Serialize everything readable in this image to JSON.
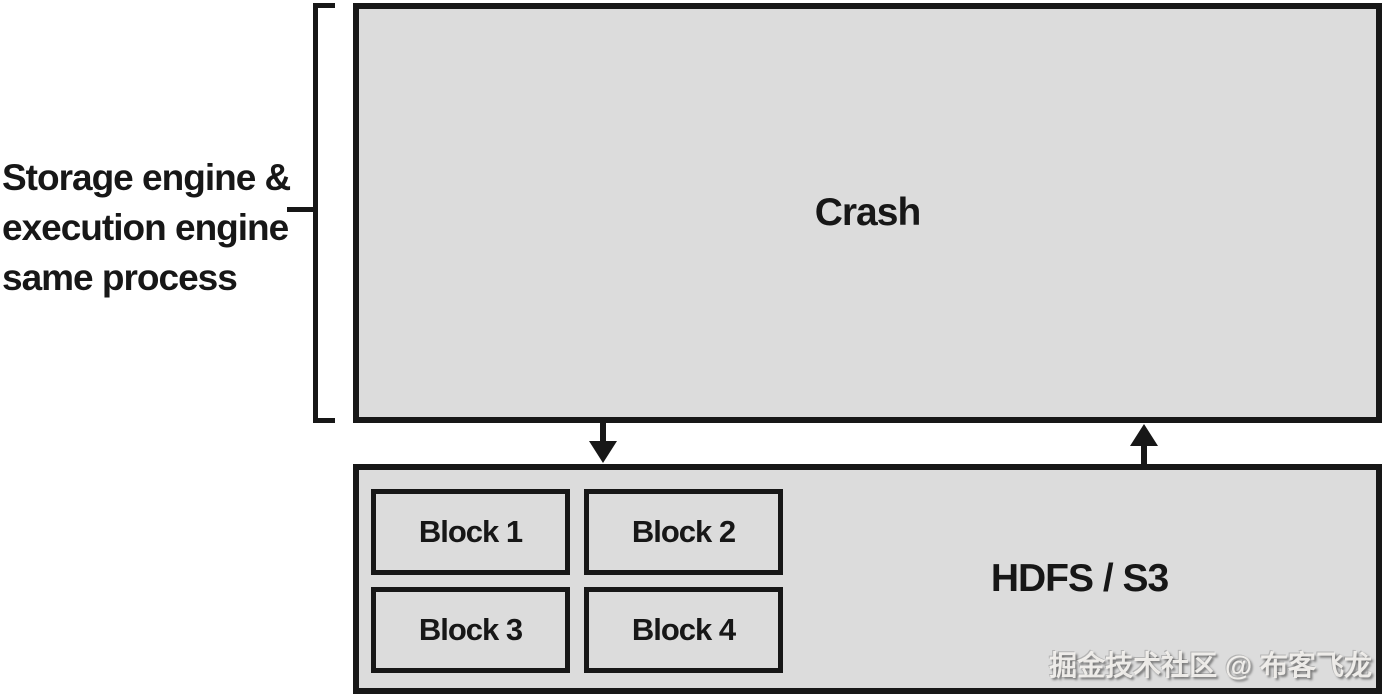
{
  "diagram": {
    "side_label_lines": [
      "Storage engine &",
      "execution engine",
      "same process"
    ],
    "crash_box": {
      "label": "Crash"
    },
    "storage_box": {
      "label": "HDFS / S3",
      "blocks": [
        "Block 1",
        "Block 2",
        "Block 3",
        "Block 4"
      ]
    },
    "watermark": "掘金技术社区 @ 布客飞龙",
    "colors": {
      "box_fill": "#dcdcdc",
      "box_border": "#171717",
      "text": "#171717",
      "watermark_text": "#f5f3f0"
    }
  }
}
